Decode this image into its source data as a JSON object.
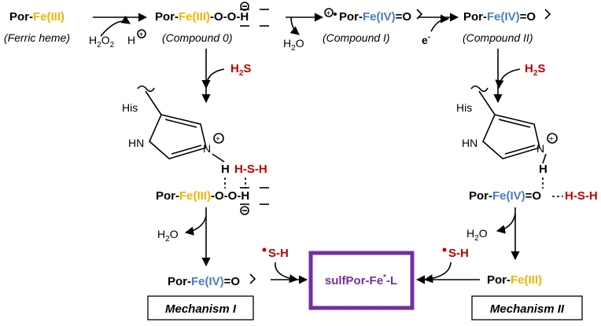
{
  "reactants": {
    "ferric_heme": {
      "prefix": "Por-",
      "fe": "Fe(III)",
      "name": "(Ferric heme)"
    },
    "compound0": {
      "prefix": "Por-",
      "fe": "Fe(III)",
      "tail": "-O-O-H",
      "name": "(Compound 0)"
    },
    "compound1": {
      "prefix": "Por-",
      "fe": "Fe(IV)",
      "tail": "=O",
      "name": "(Compound I)"
    },
    "compound2": {
      "prefix": "Por-",
      "fe": "Fe(IV)",
      "tail": "=O",
      "name": "(Compound II)"
    }
  },
  "reagents": {
    "h2o2_h": "H",
    "h2o2_o": "O",
    "h2o2_2": "2",
    "h2o2_plus": "H",
    "h2o_top_h": "H",
    "h2o_top_o": "O",
    "h2o_top_2": "2",
    "electron": "e",
    "electron_sup": "-",
    "h2s_left": "H",
    "h2s_left_2": "2",
    "h2s_left_s": "S",
    "h2s_right": "H",
    "h2s_right_2": "2",
    "h2s_right_s": "S",
    "h2o_left": "H",
    "h2o_left_2": "2",
    "h2o_left_o": "O",
    "h2o_right": "H",
    "h2o_right_2": "2",
    "h2o_right_o": "O",
    "sh_left": "S-H",
    "sh_right": "S-H"
  },
  "imidazole": {
    "his": "His",
    "hn": "HN",
    "n": "N",
    "h": "H"
  },
  "intermediates": {
    "left": {
      "prefix": "Por-",
      "fe": "Fe(III)",
      "tail": "-O-O-H",
      "hsh": "H-S-H"
    },
    "right": {
      "prefix": "Por-",
      "fe": "Fe(IV)",
      "tail": "=O",
      "hsh": "H-S-H"
    }
  },
  "products": {
    "left": {
      "prefix": "Por-",
      "fe": "Fe(IV)",
      "tail": "=O"
    },
    "right": {
      "prefix": "Por-",
      "fe": "Fe(III)"
    },
    "center": {
      "main": "sulfPor-Fe",
      "sup": "*",
      "tail": "-L"
    }
  },
  "mechanisms": {
    "one": "Mechanism I",
    "two": "Mechanism II"
  },
  "colors": {
    "fe3": "#f0b400",
    "fe4": "#4a7cc2",
    "reagent": "#c00000",
    "product": "#7030a0"
  }
}
